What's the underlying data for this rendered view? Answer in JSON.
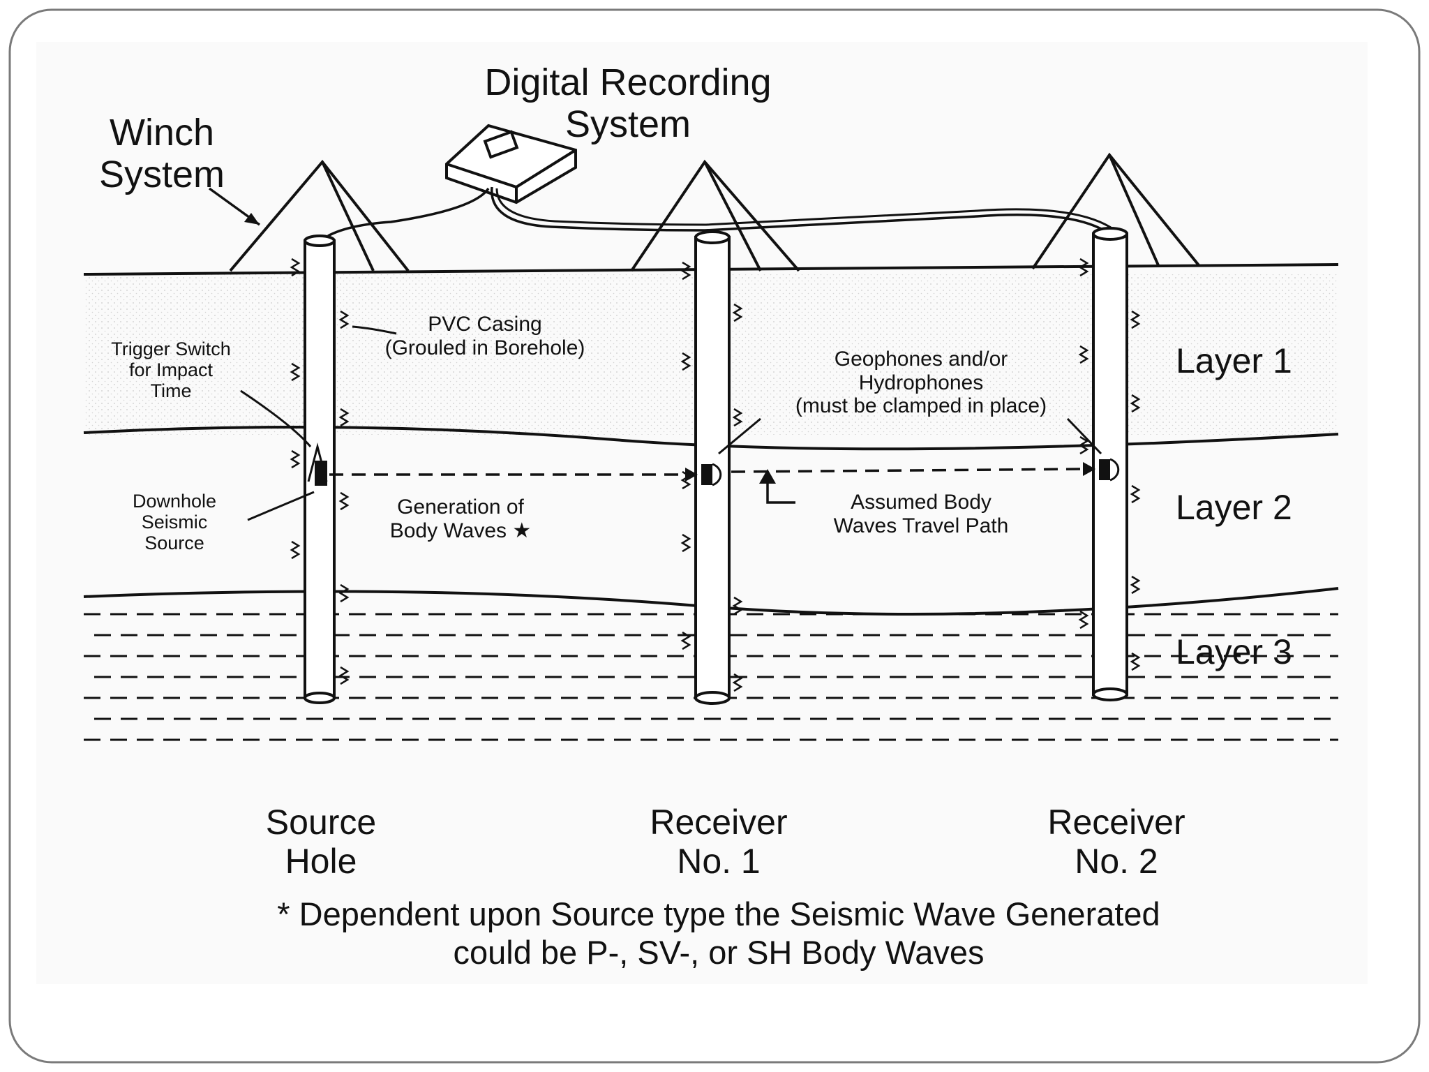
{
  "diagram": {
    "labels": {
      "winch": [
        "Winch",
        "System"
      ],
      "recorder": [
        "Digital Recording",
        "System"
      ],
      "pvc": [
        "PVC Casing",
        "(Grouled in Borehole)"
      ],
      "trigger": [
        "Trigger Switch",
        "for Impact",
        "Time"
      ],
      "geophones": [
        "Geophones and/or",
        "Hydrophones",
        "(must be clamped in place)"
      ],
      "downhole": [
        "Downhole",
        "Seismic",
        "Source"
      ],
      "generation": [
        "Generation of",
        "Body Waves ★"
      ],
      "assumed": [
        "Assumed Body",
        "Waves Travel Path"
      ]
    },
    "layers": [
      "Layer 1",
      "Layer 2",
      "Layer 3"
    ],
    "holes": [
      [
        "Source",
        "Hole"
      ],
      [
        "Receiver",
        "No. 1"
      ],
      [
        "Receiver",
        "No. 2"
      ]
    ],
    "footnote": [
      "* Dependent upon Source type the Seismic Wave Generated",
      "could be P-, SV-, or SH Body Waves"
    ]
  },
  "colors": {
    "ink": "#111111",
    "frame": "#7a7a7a",
    "soil": "#f2f2f2"
  }
}
